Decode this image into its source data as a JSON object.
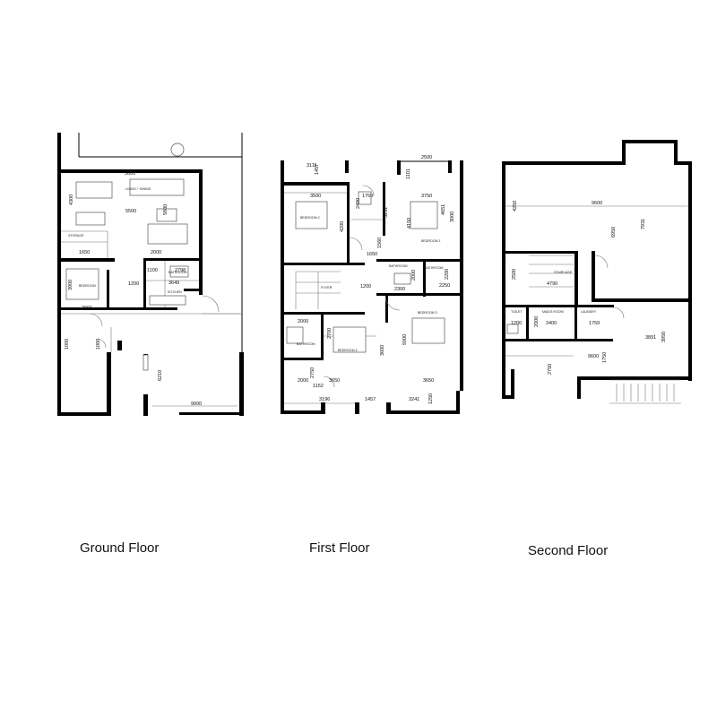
{
  "floors": {
    "ground": {
      "title": "Ground Floor",
      "rooms": {
        "living_dining": "LIVING + DINING",
        "storage": "STORAGE",
        "bedroom": "BEDROOM",
        "bathroom": "BATHROOM",
        "kitchen": "KITCHEN"
      },
      "dims": {
        "d1": "3600",
        "d2": "4300",
        "d3": "5500",
        "d4": "5800",
        "d5": "1650",
        "d6": "2000",
        "d7": "3900",
        "d8": "2001",
        "d9": "1100",
        "d10": "2798",
        "d11": "3649",
        "d12": "1200",
        "d13": "1000",
        "d14": "6210",
        "d15": "9000"
      }
    },
    "first": {
      "title": "First Floor",
      "rooms": {
        "bedroom2": "BEDROOM 2",
        "bedroom1": "BEDROOM 1",
        "bathroom_a": "BATHROOM",
        "bathroom_b": "BATHROOM",
        "foyer": "FOYER",
        "bathroom_c": "BATHROOM",
        "bedroom4": "BEDROOM 4",
        "bedroom3": "BEDROOM 3"
      },
      "dims": {
        "d1": "3111",
        "d2": "1457",
        "d3": "2500",
        "d4": "1101",
        "d5": "3500",
        "d6": "1750",
        "d7": "3750",
        "d8": "2400",
        "d9": "4200",
        "d10": "5251",
        "d11": "4651",
        "d12": "4150",
        "d13": "3000",
        "d14": "1560",
        "d15": "1650",
        "d16": "2000",
        "d17": "2200",
        "d18": "1200",
        "d19": "2300",
        "d20": "2250",
        "d21": "2000",
        "d22": "2700",
        "d23": "3600",
        "d24": "5000",
        "d25": "2750",
        "d26": "2000",
        "d27": "1152",
        "d28": "3650",
        "d29": "3650",
        "d30": "3196",
        "d31": "1457",
        "d32": "3241",
        "d33": "1250"
      }
    },
    "second": {
      "title": "Second Floor",
      "rooms": {
        "staircase": "STAIRCASE",
        "toilet": "TOILET",
        "maids_room": "MAIDS ROOM",
        "laundry": "LAUNDRY"
      },
      "dims": {
        "d1": "4250",
        "d2": "9600",
        "d3": "6950",
        "d4": "7931",
        "d5": "2500",
        "d6": "4790",
        "d7": "1200",
        "d8": "2000",
        "d9": "2400",
        "d10": "1759",
        "d11": "3891",
        "d12": "3950",
        "d13": "9600",
        "d14": "1750",
        "d15": "2750"
      }
    }
  }
}
